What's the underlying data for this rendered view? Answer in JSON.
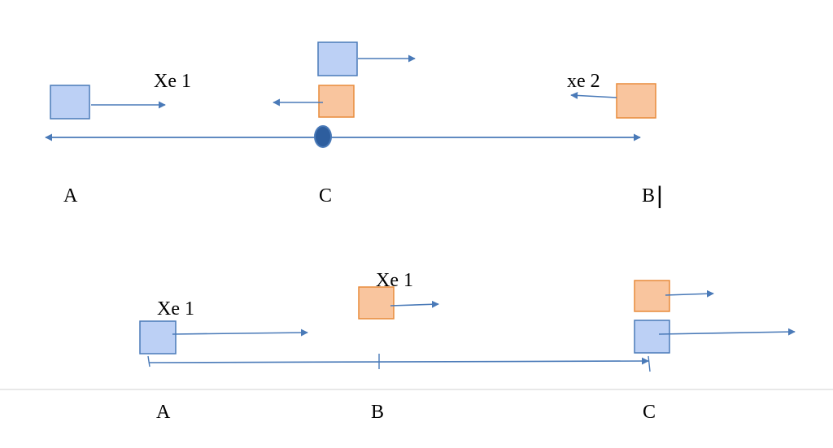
{
  "colors": {
    "axis": "#4a7ab8",
    "car_blue_fill": "#bcd0f5",
    "car_blue_stroke": "#4a7ab8",
    "car_orange_fill": "#f9c59e",
    "car_orange_stroke": "#e88b3c",
    "point_fill": "#2e5e9e"
  },
  "diagram_top": {
    "car1_label": "Xe 1",
    "car2_label": "xe 2",
    "point_labels": {
      "a": "A",
      "c": "C",
      "b": "B"
    },
    "text_cursor": "|"
  },
  "diagram_bottom": {
    "car1_label_left": "Xe 1",
    "car1_label_middle": "Xe 1",
    "point_labels": {
      "a": "A",
      "b": "B",
      "c": "C"
    }
  }
}
